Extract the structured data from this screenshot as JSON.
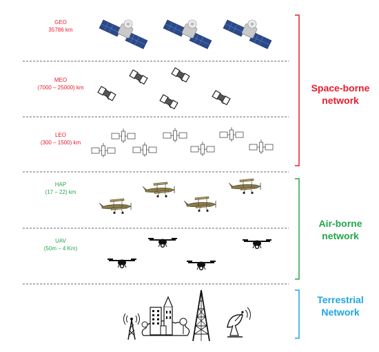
{
  "layers": {
    "geo": {
      "name": "GEO",
      "range": "35786 km"
    },
    "meo": {
      "name": "MEO",
      "range": "(7000 – 25000) km"
    },
    "leo": {
      "name": "LEO",
      "range": "(300 – 1500) km"
    },
    "hap": {
      "name": "HAP",
      "range": "(17 – 22) km"
    },
    "uav": {
      "name": "UAV",
      "range": "(50m – 4 Km)"
    }
  },
  "networks": {
    "space": {
      "line1": "Space-borne",
      "line2": "network"
    },
    "air": {
      "line1": "Air-borne",
      "line2": "network"
    },
    "terrestrial": {
      "line1": "Terrestrial",
      "line2": "Network"
    }
  },
  "colors": {
    "space": "#e8192c",
    "air": "#22a64a",
    "terrestrial": "#1fa6dd"
  },
  "icons": [
    "geo-satellite-icon",
    "meo-satellite-icon",
    "leo-satellite-icon",
    "biplane-icon",
    "drone-icon",
    "cell-tower-icon",
    "city-buildings-icon",
    "lattice-tower-icon",
    "satellite-dish-icon"
  ]
}
